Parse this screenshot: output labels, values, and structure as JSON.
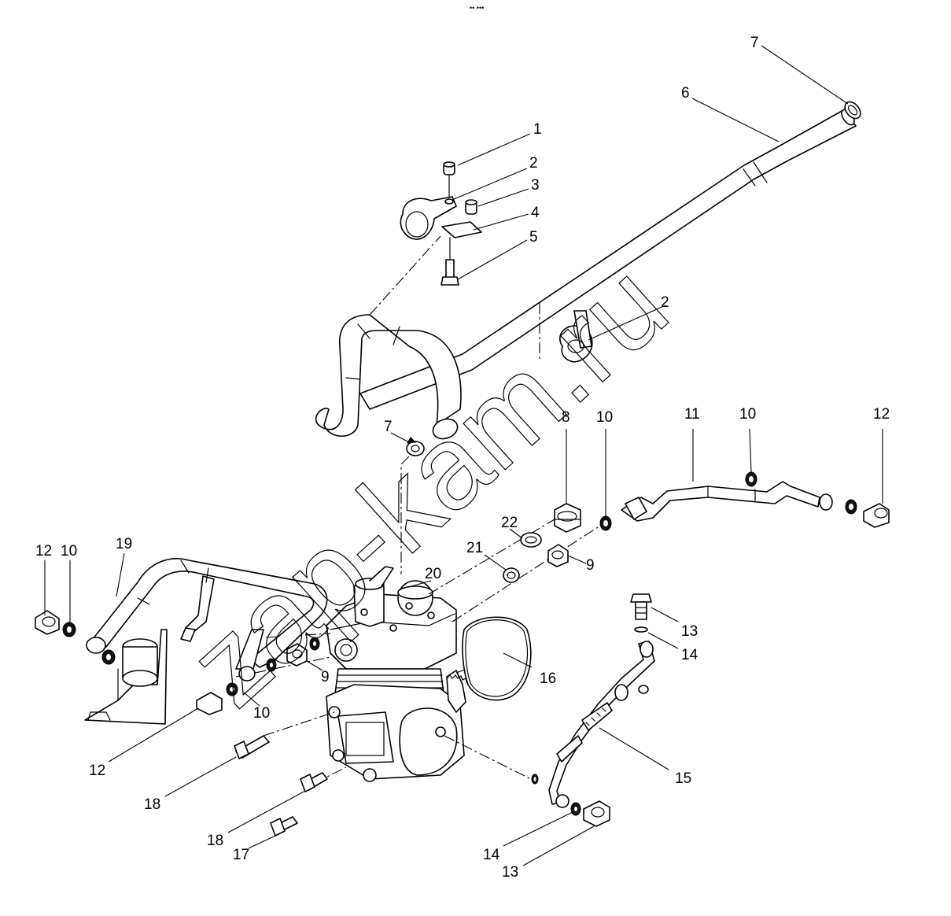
{
  "diagram": {
    "top_mark": "•• •••",
    "watermark": "zap-kam.ru",
    "callouts": {
      "c1": "1",
      "c2a": "2",
      "c2b": "2",
      "c3": "3",
      "c4": "4",
      "c5": "5",
      "c6": "6",
      "c7a": "7",
      "c7b": "7",
      "c8": "8",
      "c9a": "9",
      "c9b": "9",
      "c10a": "10",
      "c10b": "10",
      "c10c": "10",
      "c10d": "10",
      "c11": "11",
      "c12a": "12",
      "c12b": "12",
      "c12c": "12",
      "c13a": "13",
      "c13b": "13",
      "c14a": "14",
      "c14b": "14",
      "c15": "15",
      "c16": "16",
      "c17": "17",
      "c18a": "18",
      "c18b": "18",
      "c19": "19",
      "c20": "20",
      "c21": "21",
      "c22": "22"
    }
  }
}
